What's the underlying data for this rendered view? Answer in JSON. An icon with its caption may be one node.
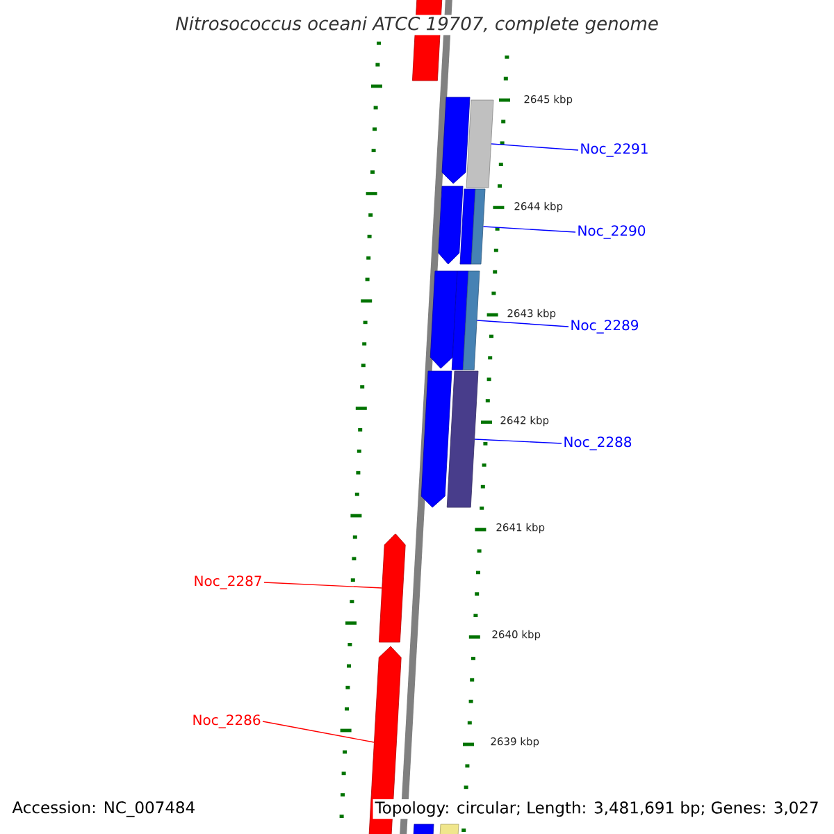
{
  "diagram": {
    "title": "Nitrosococcus oceani ATCC 19707, complete genome",
    "nodes": [
      {
        "text": [
          "Noc_2291"
        ]
      },
      {
        "text": [
          "Noc_2290"
        ]
      },
      {
        "text": [
          "Noc_2289"
        ]
      },
      {
        "text": [
          "Noc_2288"
        ]
      },
      {
        "text": [
          "Noc_2287"
        ]
      },
      {
        "text": [
          "Noc_2286"
        ]
      },
      {
        "text": [],
        "shape": "bar"
      },
      {
        "text": [],
        "shape": "pentagon"
      },
      {
        "text": [],
        "shape": "bar"
      },
      {
        "text": [],
        "shape": "pentagon"
      },
      {
        "text": [],
        "shape": "bar"
      },
      {
        "text": [],
        "shape": "bar"
      },
      {
        "text": [],
        "shape": "pentagon"
      },
      {
        "text": [],
        "shape": "bar"
      },
      {
        "text": [],
        "shape": "bar"
      },
      {
        "text": [],
        "shape": "pentagon"
      },
      {
        "text": [],
        "shape": "bar"
      },
      {
        "text": [],
        "shape": "pentagon"
      },
      {
        "text": [],
        "shape": "pentagon"
      },
      {
        "text": [],
        "shape": "bar"
      },
      {
        "text": [],
        "shape": "bar"
      }
    ],
    "edges": [
      {
        "from": 0,
        "to": 8,
        "arrow": "none"
      },
      {
        "from": 1,
        "to": 11,
        "arrow": "none"
      },
      {
        "from": 2,
        "to": 14,
        "arrow": "none"
      },
      {
        "from": 3,
        "to": 16,
        "arrow": "none"
      },
      {
        "from": 4,
        "to": 17,
        "arrow": "none",
        "color": "#ff0000"
      },
      {
        "from": 5,
        "to": 18,
        "arrow": "none",
        "color": "#ff0000"
      }
    ],
    "labels": [
      "2645 kbp",
      "2644 kbp",
      "2643 kbp",
      "2642 kbp",
      "2641 kbp",
      "2640 kbp",
      "2639 kbp",
      "Accession: NC_007484",
      "Topology: circular; Length: 3,481,691 bp; Genes: 3,027"
    ]
  }
}
